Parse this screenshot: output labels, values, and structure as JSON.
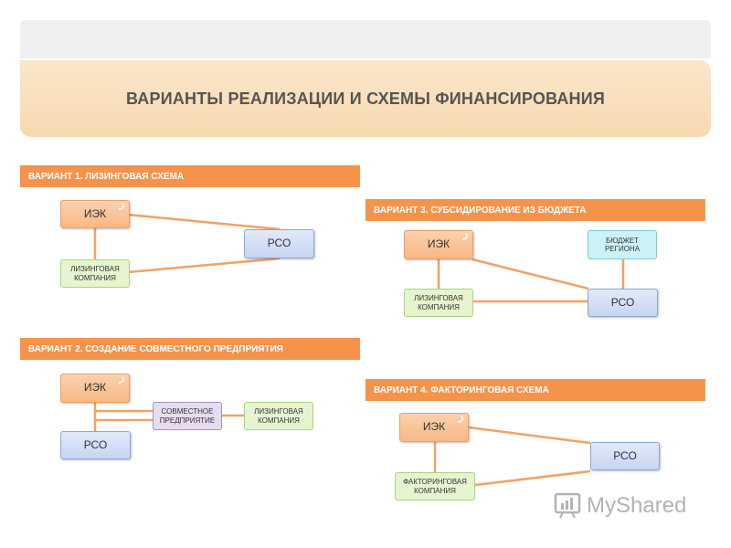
{
  "title": "ВАРИАНТЫ РЕАЛИЗАЦИИ И СХЕМЫ ФИНАНСИРОВАНИЯ",
  "sections": {
    "v1": {
      "header": "ВАРИАНТ 1. ЛИЗИНГОВАЯ СХЕМА",
      "iek": "ИЭК",
      "rso": "РСО",
      "leasing": "ЛИЗИНГОВАЯ КОМПАНИЯ"
    },
    "v2": {
      "header": "ВАРИАНТ 2. СОЗДАНИЕ СОВМЕСТНОГО ПРЕДПРИЯТИЯ",
      "iek": "ИЭК",
      "rso": "РСО",
      "joint": "СОВМЕСТНОЕ ПРЕДПРИЯТИЕ",
      "leasing": "ЛИЗИНГОВАЯ КОМПАНИЯ"
    },
    "v3": {
      "header": "ВАРИАНТ 3. СУБСИДИРОВАНИЕ ИЗ БЮДЖЕТА",
      "iek": "ИЭК",
      "rso": "РСО",
      "budget": "БЮДЖЕТ РЕГИОНА",
      "leasing": "ЛИЗИНГОВАЯ КОМПАНИЯ"
    },
    "v4": {
      "header": "ВАРИАНТ 4. ФАКТОРИНГОВАЯ СХЕМА",
      "iek": "ИЭК",
      "rso": "РСО",
      "factoring": "ФАКТОРИНГОВАЯ КОМПАНИЯ"
    }
  },
  "logo": {
    "text": "MyShared",
    "icon": "bar-chart-icon"
  },
  "colors": {
    "header": "#f6934b",
    "connector": "#f0a265"
  }
}
